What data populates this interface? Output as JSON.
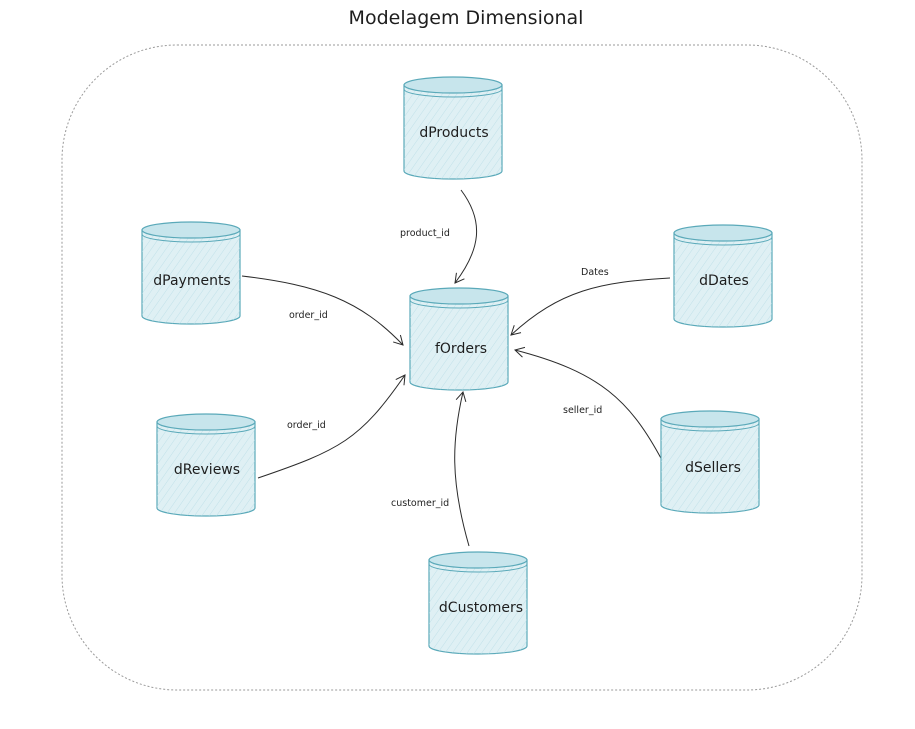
{
  "title": "Modelagem Dimensional",
  "colors": {
    "cylinder_fill": "#dff0f4",
    "cylinder_top": "#c7e5ec",
    "cylinder_stroke": "#5aa9b9",
    "edge": "#2b2b2b",
    "frame": "#9a9a9a"
  },
  "nodes": {
    "products": "dProducts",
    "payments": "dPayments",
    "dates": "dDates",
    "orders": "fOrders",
    "reviews": "dReviews",
    "sellers": "dSellers",
    "customers": "dCustomers"
  },
  "edges": {
    "products": "product_id",
    "payments": "order_id",
    "dates": "Dates",
    "reviews": "order_id",
    "sellers": "seller_id",
    "customers": "customer_id"
  }
}
